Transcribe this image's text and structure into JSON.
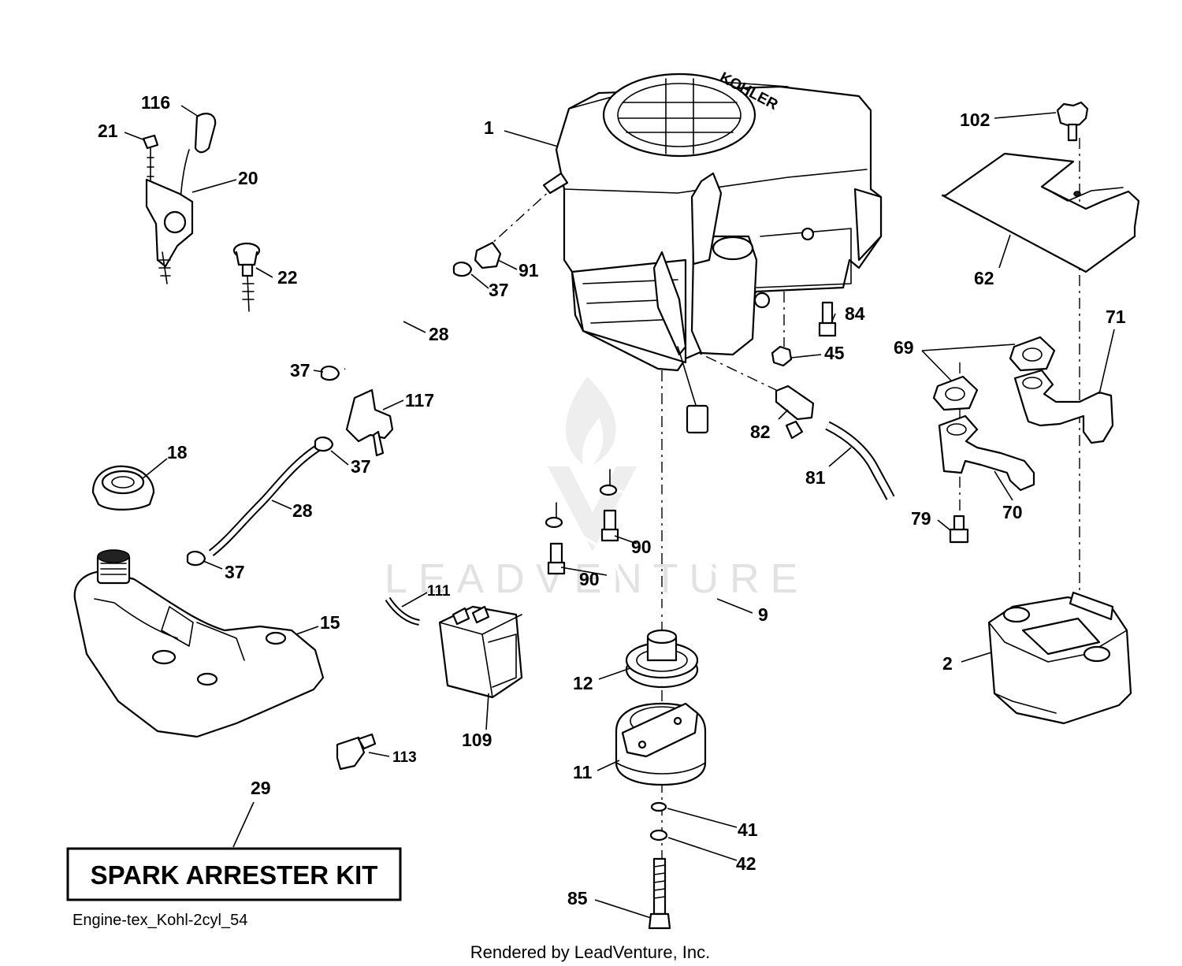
{
  "labels": {
    "p1": "1",
    "p2": "2",
    "p9": "9",
    "p11": "11",
    "p12": "12",
    "p15": "15",
    "p18": "18",
    "p20": "20",
    "p21": "21",
    "p22": "22",
    "p28a": "28",
    "p28b": "28",
    "p29": "29",
    "p37a": "37",
    "p37b": "37",
    "p37c": "37",
    "p37d": "37",
    "p41": "41",
    "p42": "42",
    "p45": "45",
    "p62": "62",
    "p69": "69",
    "p70": "70",
    "p71": "71",
    "p79": "79",
    "p81": "81",
    "p82": "82",
    "p84": "84",
    "p85": "85",
    "p90a": "90",
    "p90b": "90",
    "p91": "91",
    "p102": "102",
    "p109": "109",
    "p111": "111",
    "p113": "113",
    "p116": "116",
    "p117": "117"
  },
  "kit_box": {
    "title": "SPARK ARRESTER KIT"
  },
  "reference_code": "Engine-tex_Kohl-2cyl_54",
  "watermark": {
    "text": "LEADVENTURE"
  },
  "engine_logo": "KOHLER",
  "credit": "Rendered by LeadVenture, Inc."
}
